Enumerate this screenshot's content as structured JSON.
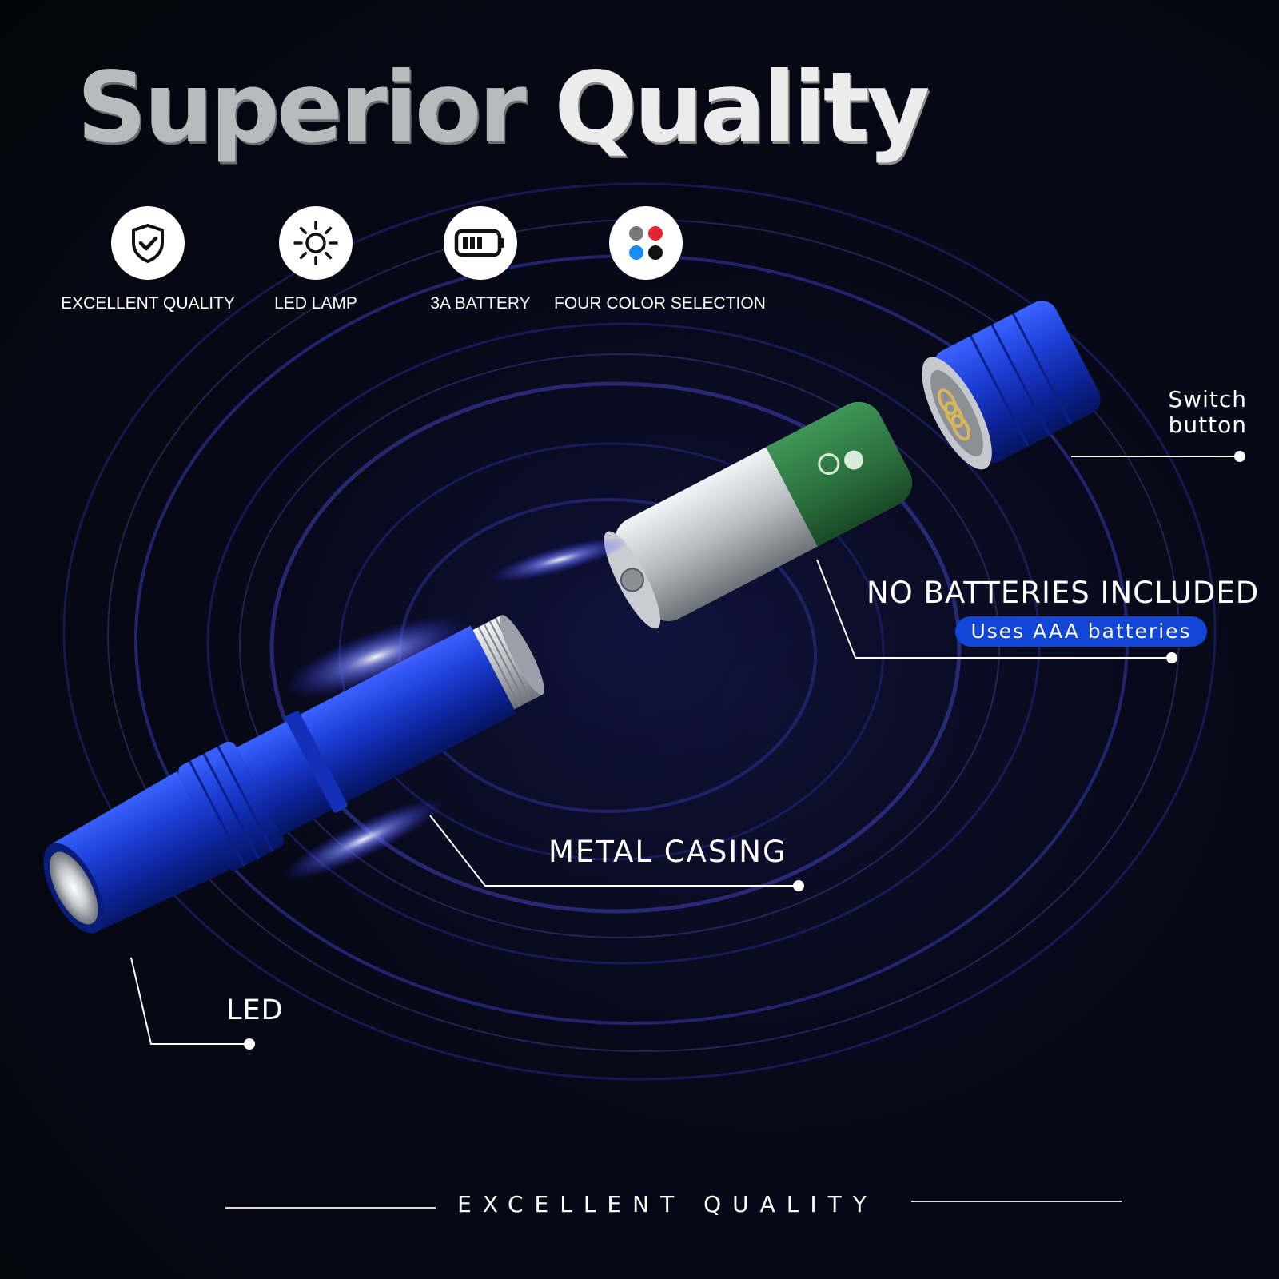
{
  "headline": {
    "word1": "Superior",
    "word2": "Quality"
  },
  "features": [
    {
      "label": "EXCELLENT QUALITY",
      "icon": "shield-check-icon"
    },
    {
      "label": "LED LAMP",
      "icon": "sun-icon"
    },
    {
      "label": "3A BATTERY",
      "icon": "battery-icon"
    },
    {
      "label": "FOUR COLOR SELECTION",
      "icon": "four-dots-icon"
    }
  ],
  "color_dots": [
    "#777777",
    "#e8232f",
    "#1a8cf0",
    "#111111"
  ],
  "callouts": {
    "switch_line1": "Switch",
    "switch_line2": "button",
    "no_batteries": "NO BATTERIES INCLUDED",
    "uses_aaa": "Uses AAA  batteries",
    "metal_casing": "METAL CASING",
    "led": "LED"
  },
  "footer": {
    "text": "EXCELLENT QUALITY"
  },
  "colors": {
    "background": "#05060d",
    "flashlight_blue": "#1a3fd0",
    "battery_green": "#2f7d45",
    "pill_blue": "#1246d6"
  }
}
